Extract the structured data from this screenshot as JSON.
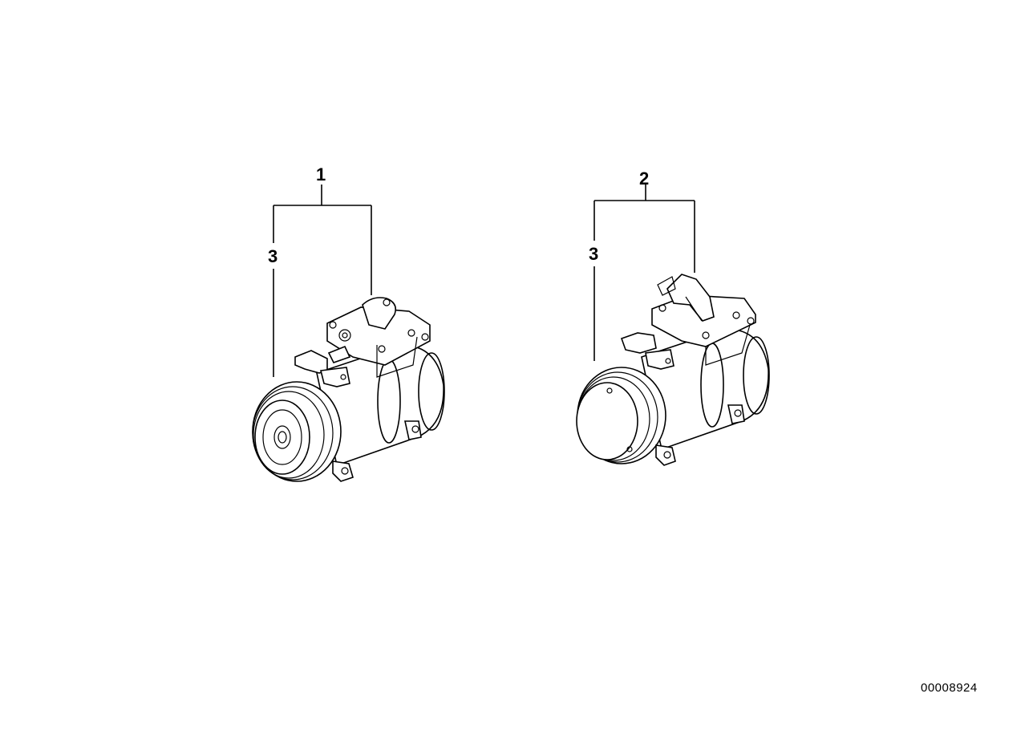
{
  "diagram": {
    "type": "parts-diagram",
    "callouts": [
      {
        "id": "callout-1",
        "label": "1",
        "refers_to": "compressor-assembly-left"
      },
      {
        "id": "callout-2",
        "label": "2",
        "refers_to": "compressor-assembly-right"
      },
      {
        "id": "callout-3-left",
        "label": "3",
        "refers_to": "clutch-pulley-left"
      },
      {
        "id": "callout-3-right",
        "label": "3",
        "refers_to": "clutch-pulley-right"
      }
    ],
    "document_number": "00008924"
  }
}
